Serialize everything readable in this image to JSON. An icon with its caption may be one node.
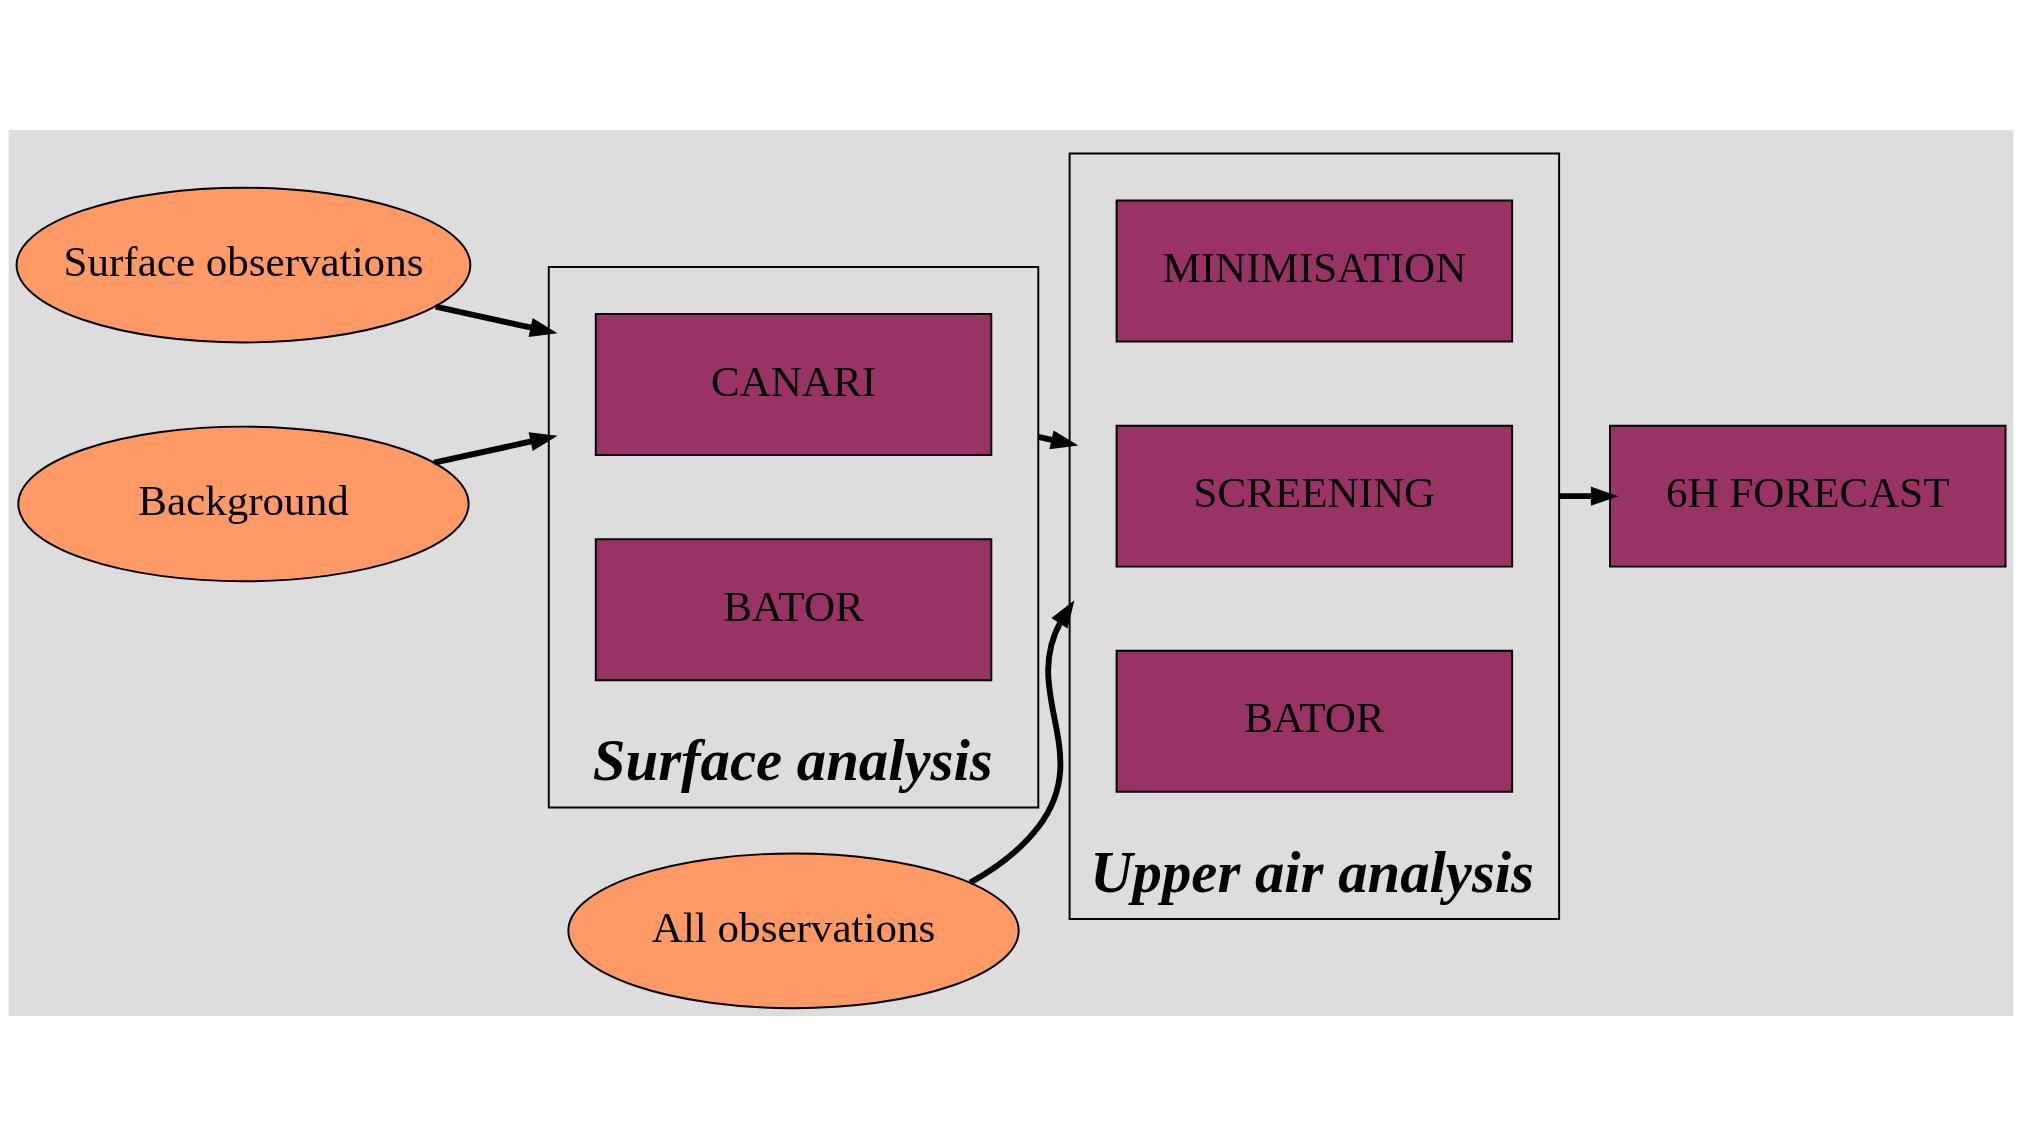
{
  "diagram": {
    "nodes": [
      {
        "text": [
          "Surface observations"
        ]
      },
      {
        "text": [
          "All observations"
        ]
      },
      {
        "text": [
          "Background"
        ]
      },
      {
        "text": [
          "Surface analysis"
        ]
      },
      {
        "text": [
          "BATOR"
        ],
        "in": 3
      },
      {
        "text": [
          "CANARI"
        ],
        "in": 3
      },
      {
        "text": [
          "Upper air analysis"
        ]
      },
      {
        "text": [
          "BATOR"
        ],
        "in": 6
      },
      {
        "text": [
          "SCREENING"
        ],
        "in": 6
      },
      {
        "text": [
          "MINIMISATION"
        ],
        "in": 6
      },
      {
        "text": [
          "6H FORECAST"
        ]
      }
    ],
    "edges": [
      {
        "from": 0,
        "to": 3,
        "arrow": "to"
      },
      {
        "from": 1,
        "to": 6,
        "arrow": "to"
      },
      {
        "from": 2,
        "to": 3,
        "arrow": "to"
      },
      {
        "from": 3,
        "to": 6,
        "arrow": "to"
      },
      {
        "from": 6,
        "to": 10,
        "arrow": "to"
      }
    ]
  }
}
